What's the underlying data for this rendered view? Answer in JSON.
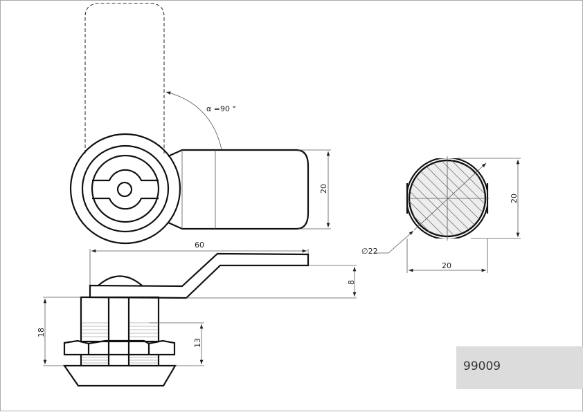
{
  "drawing": {
    "angle_label": "α =90 °",
    "dimensions": {
      "arm_width": "20",
      "lever_length": "60",
      "lever_offset": "8",
      "body_height": "18",
      "thread_length": "13",
      "diameter": "∅22",
      "section_width": "20",
      "section_height": "20"
    }
  },
  "title_block": {
    "part_number": "99009"
  }
}
